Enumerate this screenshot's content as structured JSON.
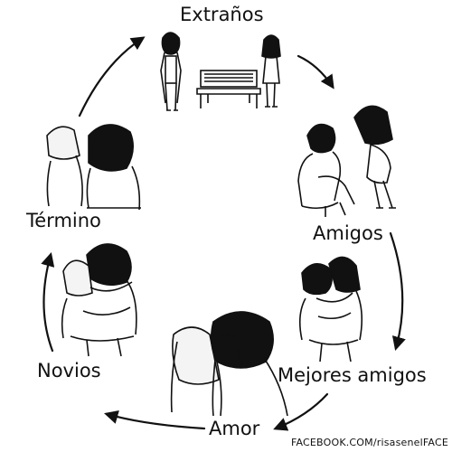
{
  "cycle": {
    "stages": [
      {
        "id": "extranos",
        "label": "Extraños"
      },
      {
        "id": "amigos",
        "label": "Amigos"
      },
      {
        "id": "mejores-amigos",
        "label": "Mejores amigos"
      },
      {
        "id": "amor",
        "label": "Amor"
      },
      {
        "id": "novios",
        "label": "Novios"
      },
      {
        "id": "termino",
        "label": "Término"
      }
    ]
  },
  "credit": {
    "text": "FACEBOOK.COM/risasenelFACE"
  },
  "colors": {
    "ink": "#111111",
    "background": "#ffffff",
    "hair_light": "#f4f4f4"
  },
  "icons": {
    "arrow": "arrow-head",
    "illustration": "line-art-couple"
  }
}
